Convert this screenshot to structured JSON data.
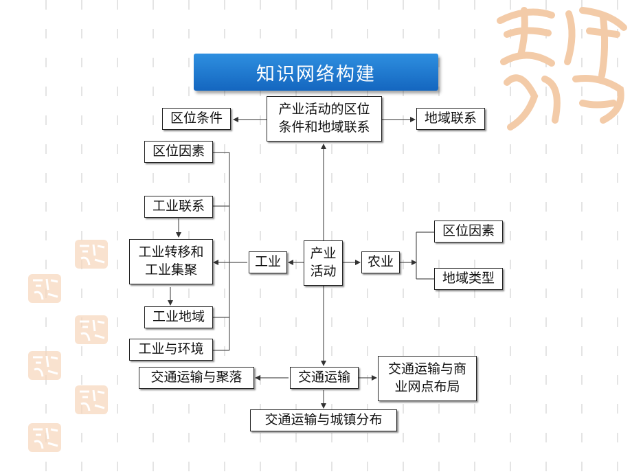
{
  "title": "知识网络构建",
  "nodes": {
    "center_top": "产业活动的区位\n条件和地域联系",
    "location_conditions": "区位条件",
    "regional_links_top": "地域联系",
    "ind_location_factors": "区位因素",
    "industrial_links": "工业联系",
    "industrial_transfer": "工业转移和\n工业集聚",
    "industrial_region": "工业地域",
    "industry_environment": "工业与环境",
    "industry": "工业",
    "economic_activity": "产业\n活动",
    "agriculture": "农业",
    "agri_location_factors": "区位因素",
    "regional_types": "地域类型",
    "transport": "交通运输",
    "transport_settlements": "交通运输与聚落",
    "transport_commerce": "交通运输与商\n业网点布局",
    "transport_towns": "交通运输与城镇分布"
  },
  "colors": {
    "banner": "#1a72cc",
    "seal": "#f3c9a5"
  }
}
